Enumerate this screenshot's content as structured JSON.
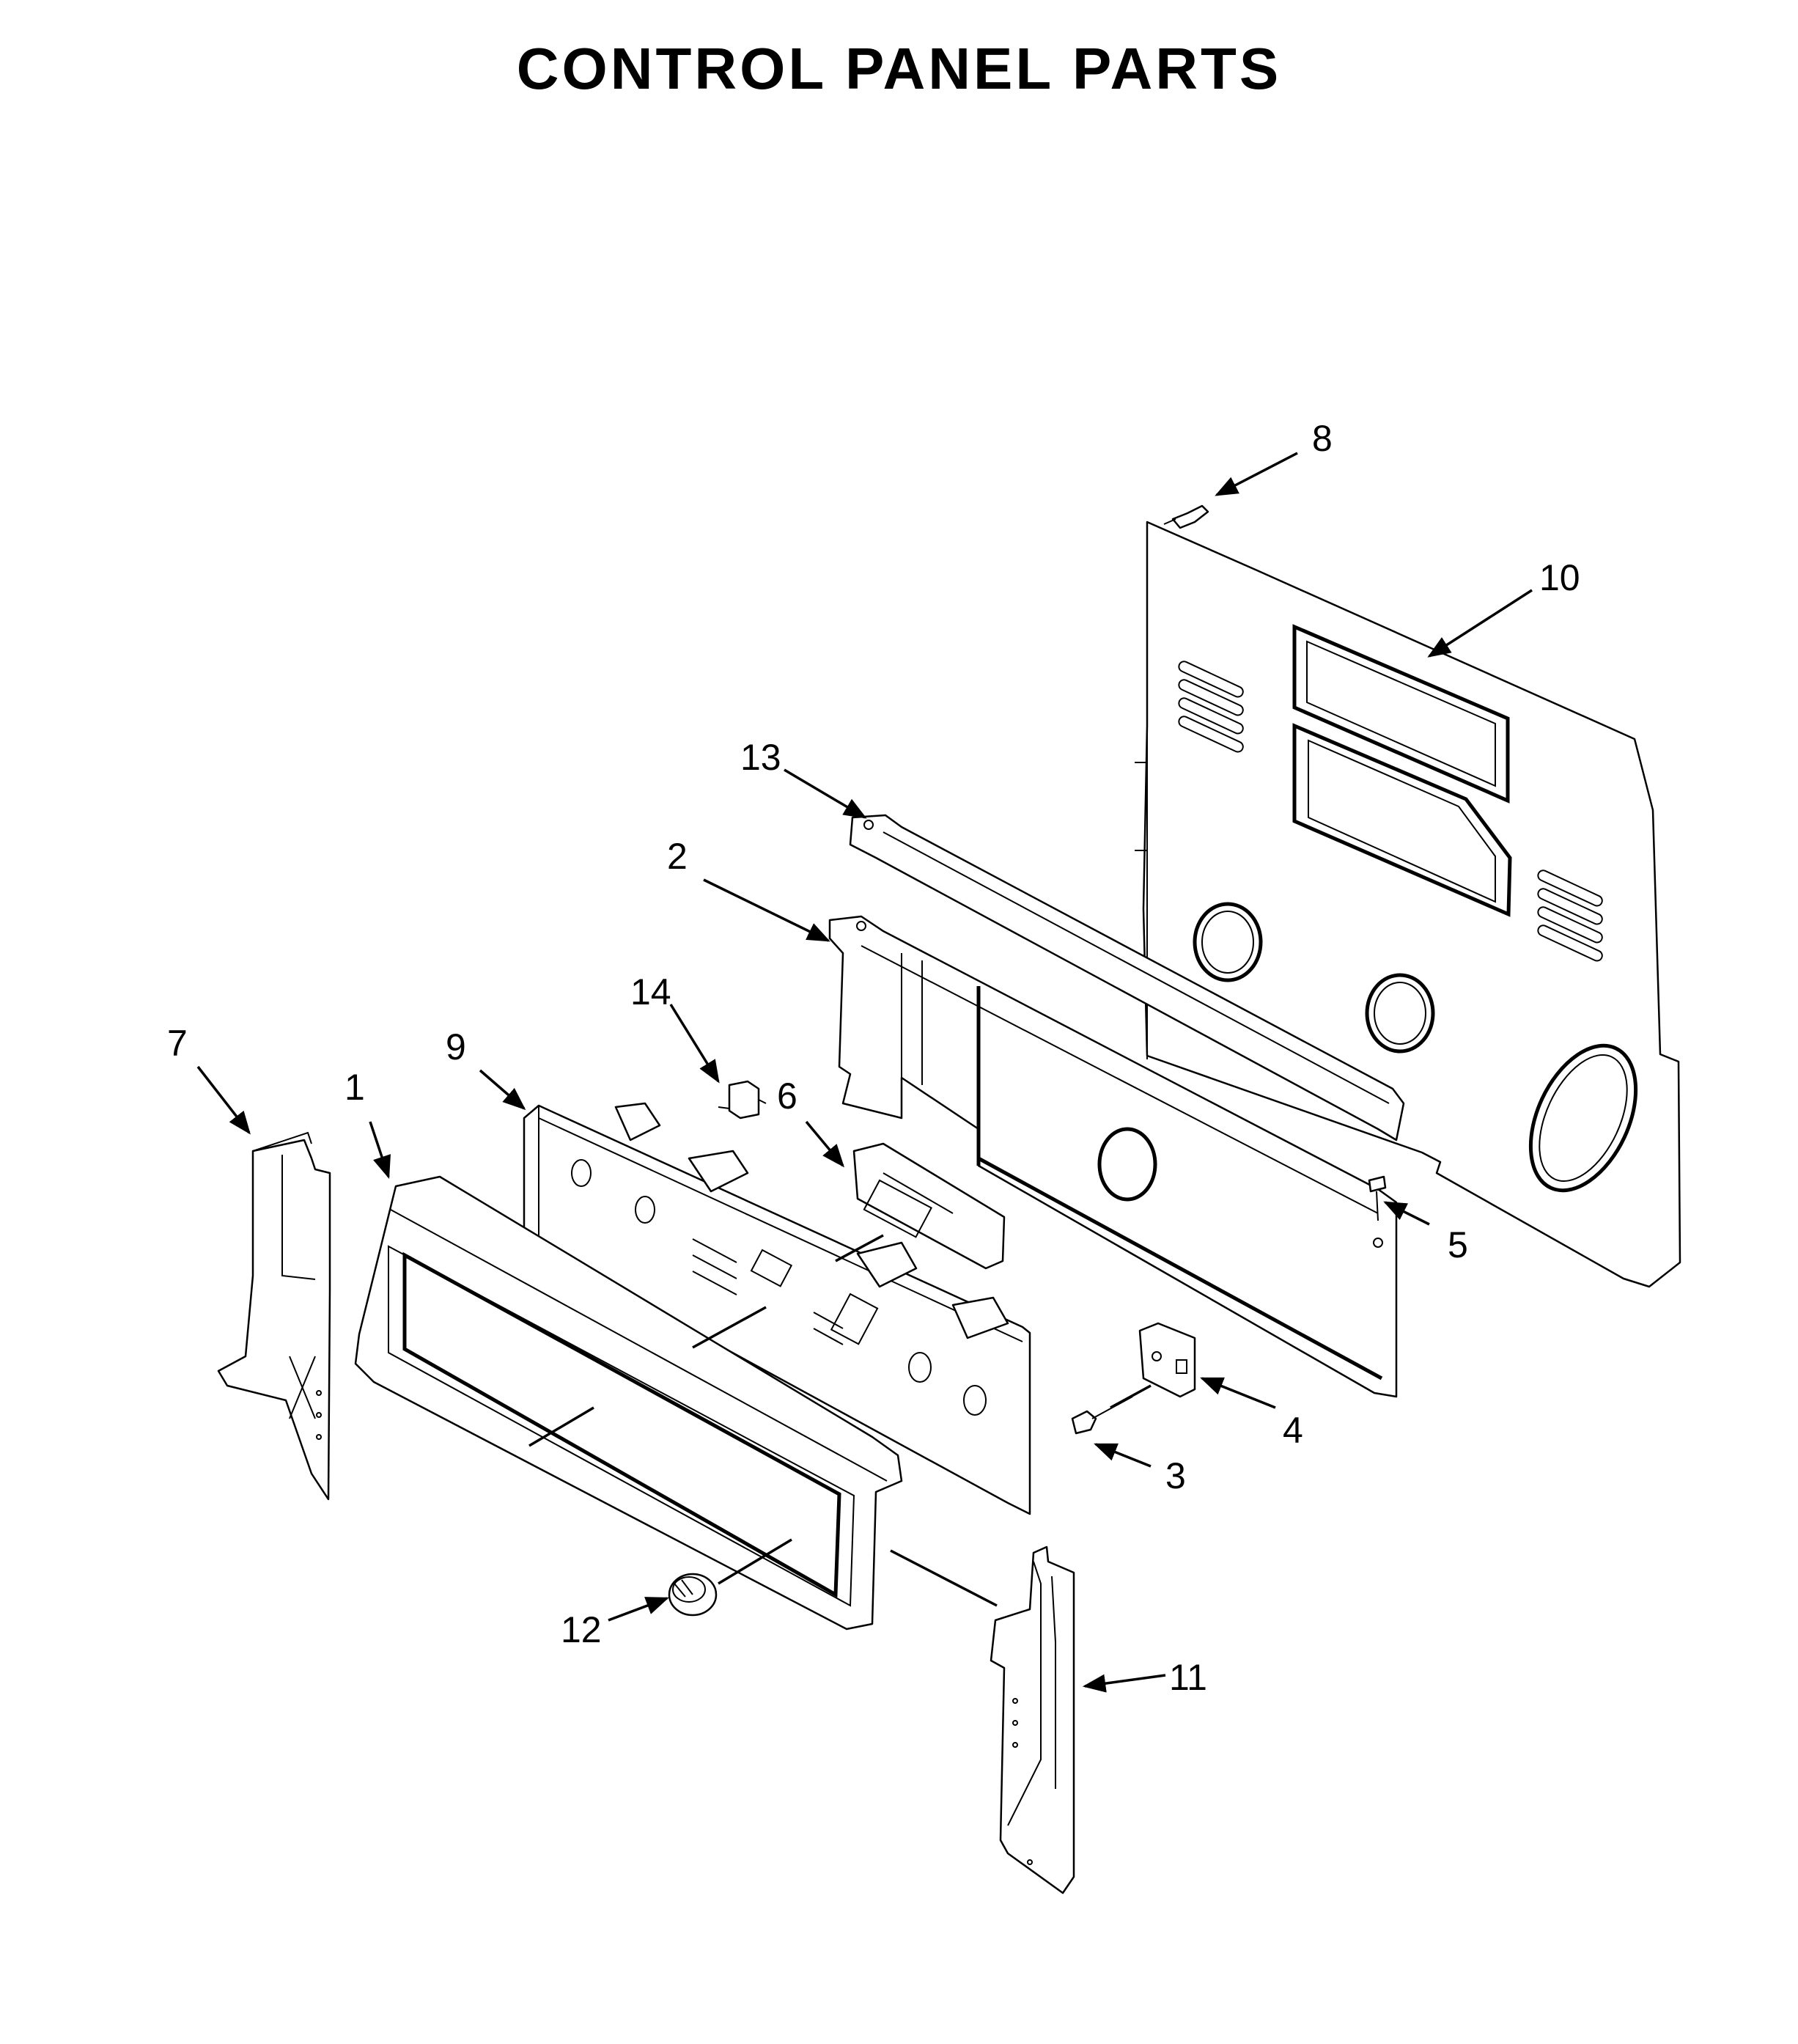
{
  "title": "CONTROL PANEL PARTS",
  "callouts": {
    "c1": "1",
    "c2": "2",
    "c3": "3",
    "c4": "4",
    "c5": "5",
    "c6": "6",
    "c7": "7",
    "c8": "8",
    "c9": "9",
    "c10": "10",
    "c11": "11",
    "c12": "12",
    "c13": "13",
    "c14": "14"
  }
}
